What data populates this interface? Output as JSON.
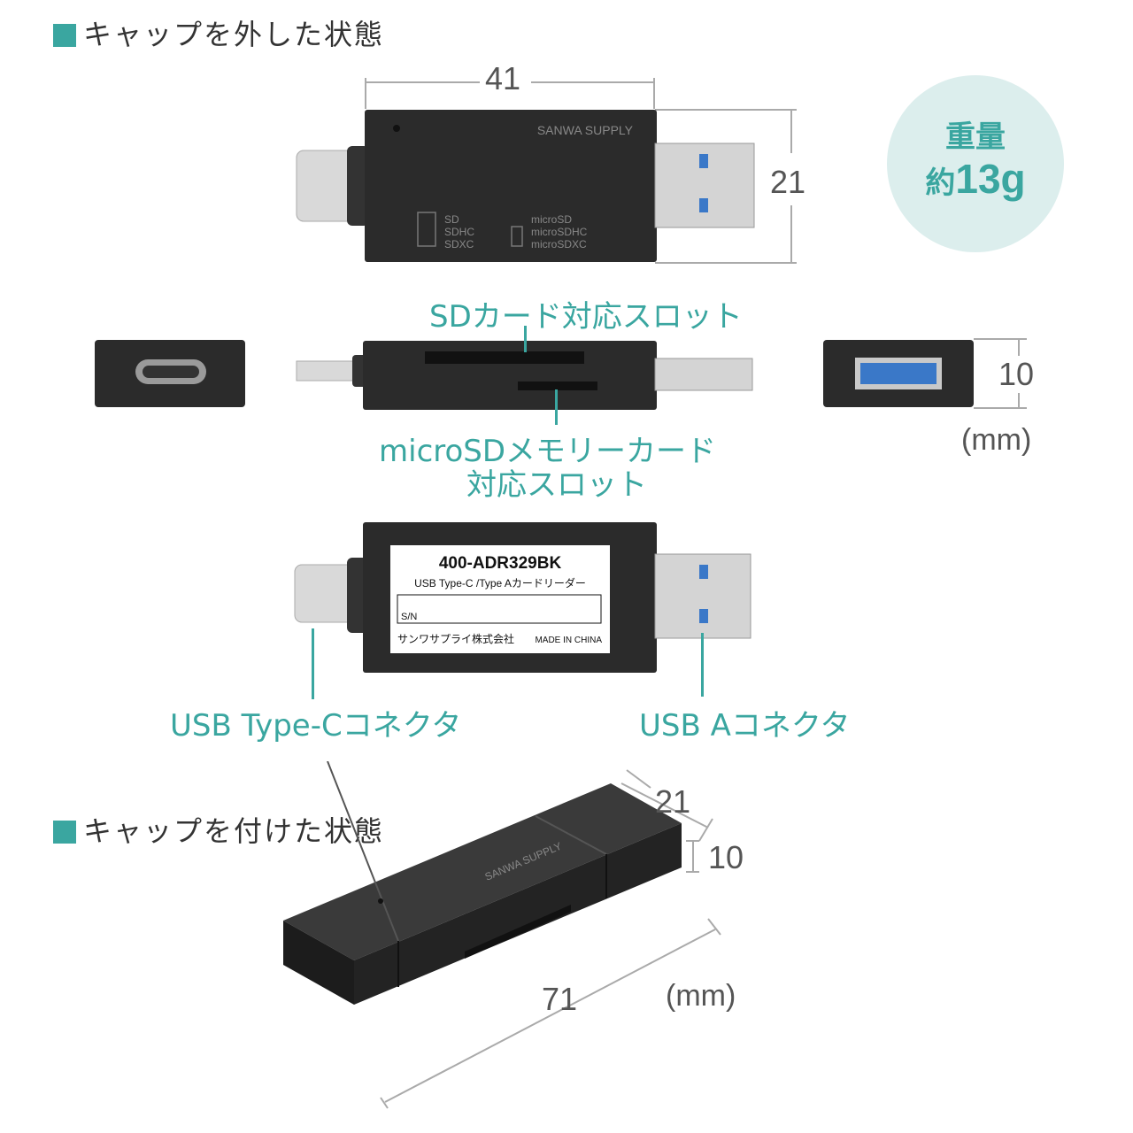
{
  "section1": {
    "title": "キャップを外した状態"
  },
  "section2": {
    "title": "キャップを付けた状態"
  },
  "dims_top": {
    "length": "41",
    "height": "21",
    "thickness": "10",
    "unit": "(mm)"
  },
  "dims_bottom": {
    "width": "21",
    "thickness": "10",
    "length": "71",
    "unit": "(mm)"
  },
  "weight": {
    "label": "重量",
    "prefix": "約",
    "value": "13g"
  },
  "device_top": {
    "brand": "SANWA SUPPLY",
    "sd_lines": [
      "SD",
      "SDHC",
      "SDXC"
    ],
    "micro_lines": [
      "microSD",
      "microSDHC",
      "microSDXC"
    ]
  },
  "callouts": {
    "sd_slot": "SDカード対応スロット",
    "micro_slot_line1": "microSDメモリーカード",
    "micro_slot_line2": "対応スロット",
    "usb_c": "USB Type-Cコネクタ",
    "usb_a": "USB Aコネクタ"
  },
  "label_sticker": {
    "model": "400-ADR329BK",
    "desc": "USB Type-C /Type Aカードリーダー",
    "sn": "S/N",
    "maker": "サンワサプライ株式会社",
    "origin": "MADE IN CHINA"
  },
  "colors": {
    "accent": "#3aa6a0",
    "device": "#2b2b2b",
    "weight_bg": "#dceeed"
  }
}
